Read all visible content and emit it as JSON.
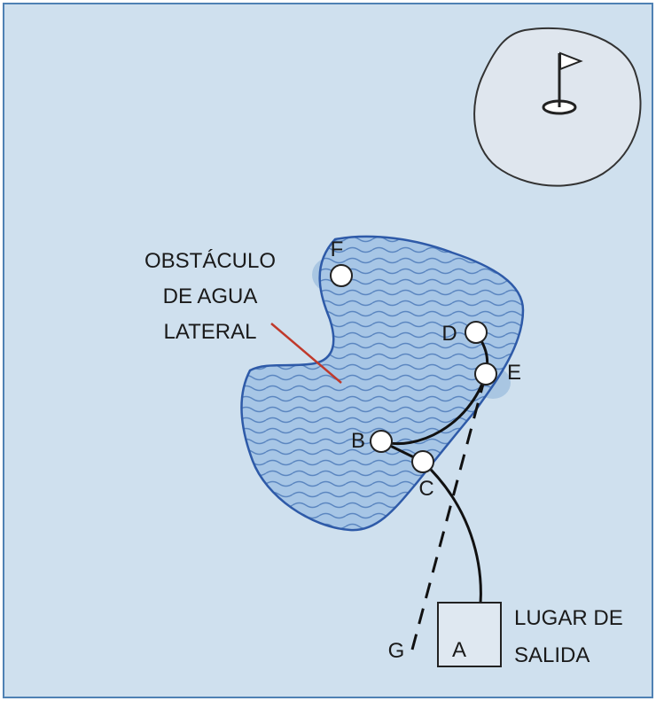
{
  "diagram": {
    "water_hazard_label": [
      "OBSTÁCULO",
      "DE AGUA",
      "LATERAL"
    ],
    "tee_label": [
      "LUGAR DE",
      "SALIDA"
    ],
    "points": {
      "A": "A",
      "B": "B",
      "C": "C",
      "D": "D",
      "E": "E",
      "F": "F",
      "G": "G"
    },
    "colors": {
      "background": "#cfe0ee",
      "border": "#4f81b4",
      "water_fill": "#9dbfe0",
      "water_outline": "#2e5aa8",
      "wave": "#5b86c0",
      "green": "#dfe6ee",
      "pointer_line": "#c0392b"
    }
  }
}
